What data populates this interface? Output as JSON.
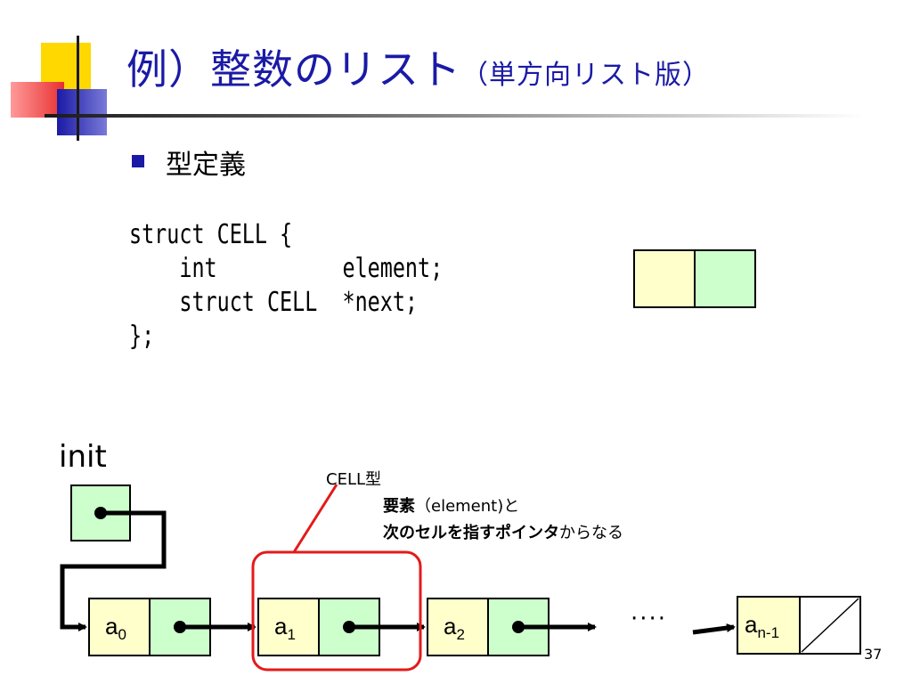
{
  "slide": {
    "title": "例）整数のリスト",
    "title_sub": "（単方向リスト版）",
    "bullet": "型定義",
    "code_lines": [
      "struct CELL {",
      "    int          element;",
      "    struct CELL  *next;",
      "};"
    ],
    "page_number": "37"
  },
  "diagram": {
    "init_label": "init",
    "note": {
      "line1": "CELL型",
      "line2_bold": "要素",
      "line2_rest": "（element)と",
      "line3_bold": "次のセルを指すポインタ",
      "line3_rest": "からなる"
    },
    "nodes": [
      {
        "base": "a",
        "sub": "0"
      },
      {
        "base": "a",
        "sub": "1"
      },
      {
        "base": "a",
        "sub": "2"
      },
      {
        "base": "a",
        "sub": "n-1"
      }
    ],
    "ellipsis": "····"
  },
  "colors": {
    "title": "#1a1aa6",
    "element_fill": "#ffffcc",
    "pointer_fill": "#ccffcc",
    "highlight": "#e41a1a"
  }
}
